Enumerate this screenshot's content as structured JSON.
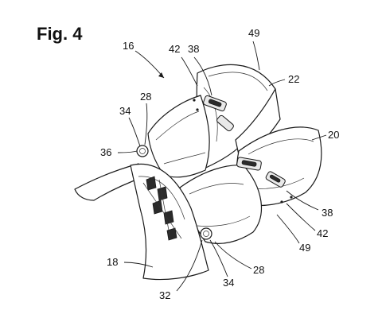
{
  "figure": {
    "title": "Fig. 4"
  },
  "labels": {
    "l16": "16",
    "l42a": "42",
    "l38a": "38",
    "l49a": "49",
    "l22": "22",
    "l34a": "34",
    "l28a": "28",
    "l36": "36",
    "l20": "20",
    "l38b": "38",
    "l42b": "42",
    "l49b": "49",
    "l18": "18",
    "l28b": "28",
    "l34b": "34",
    "l32": "32"
  }
}
